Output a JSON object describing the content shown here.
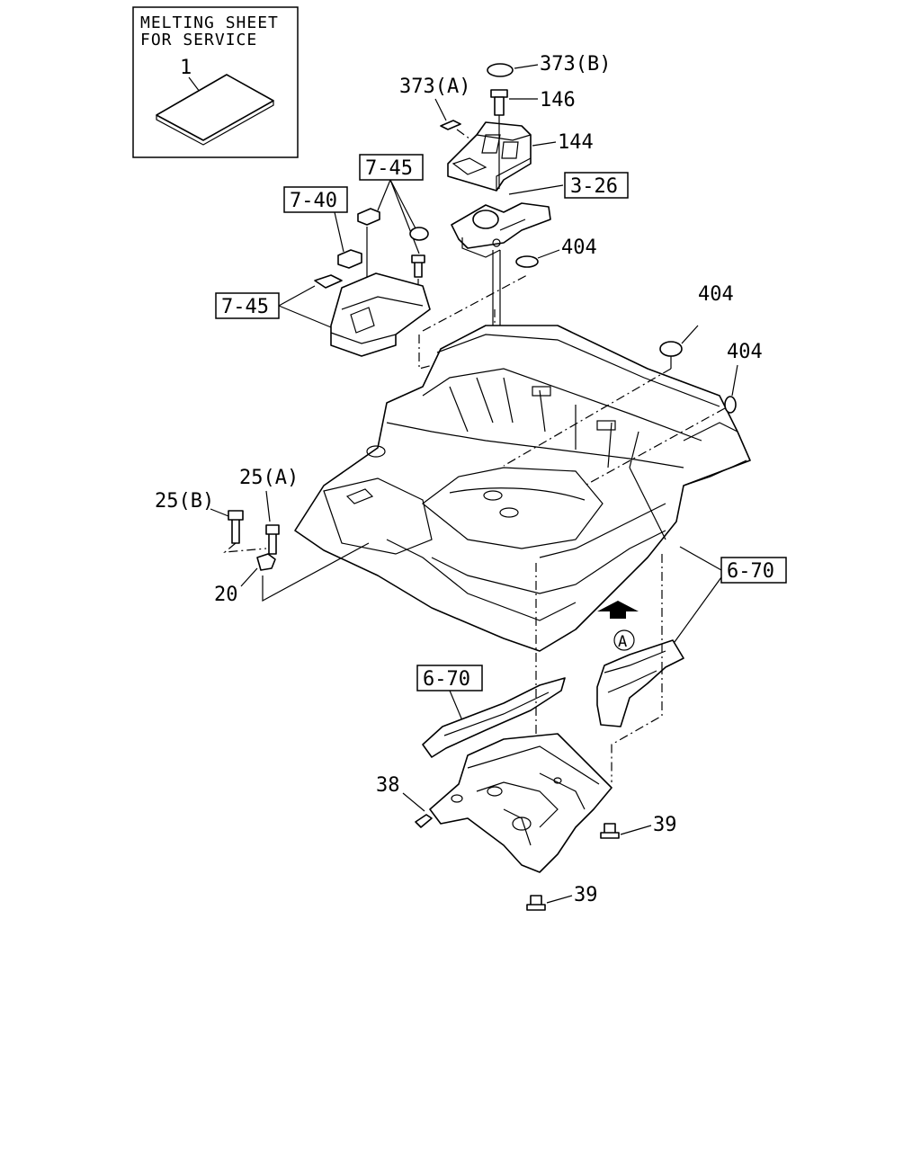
{
  "service_box": {
    "title_line1": "MELTING SHEET",
    "title_line2": "FOR SERVICE",
    "part_no": "1"
  },
  "callouts": {
    "c373a": "373(A)",
    "c373b": "373(B)",
    "c146": "146",
    "c144": "144",
    "c404_top": "404",
    "c404_mid": "404",
    "c404_right": "404",
    "c25a": "25(A)",
    "c25b": "25(B)",
    "c20": "20",
    "c38": "38",
    "c39_right": "39",
    "c39_bottom": "39"
  },
  "refs": {
    "r745_top": "7-45",
    "r740": "7-40",
    "r745_left": "7-45",
    "r326": "3-26",
    "r670_right": "6-70",
    "r670_left": "6-70"
  },
  "view_marker": "A"
}
